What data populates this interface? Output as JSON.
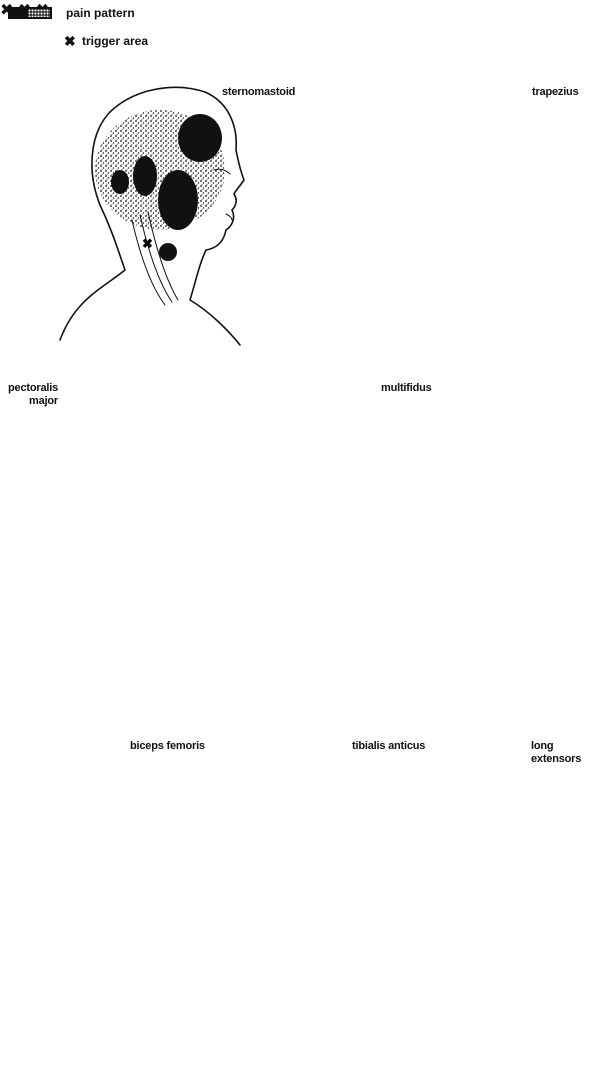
{
  "legend": {
    "pain_pattern": "pain pattern",
    "trigger_area": "trigger area"
  },
  "panels": {
    "sternomastoid": "sternomastoid",
    "trapezius": "trapezius",
    "pectoralis": "pectoralis\nmajor",
    "multifidus": "multifidus",
    "biceps_femoris": "biceps femoris",
    "tibialis_anticus": "tibialis anticus",
    "long_extensors": "long\nextensors"
  },
  "colors": {
    "ink": "#111111",
    "paper": "#ffffff"
  },
  "icons": {
    "trigger": "x-mark",
    "trigger_circled": "circled-x"
  }
}
